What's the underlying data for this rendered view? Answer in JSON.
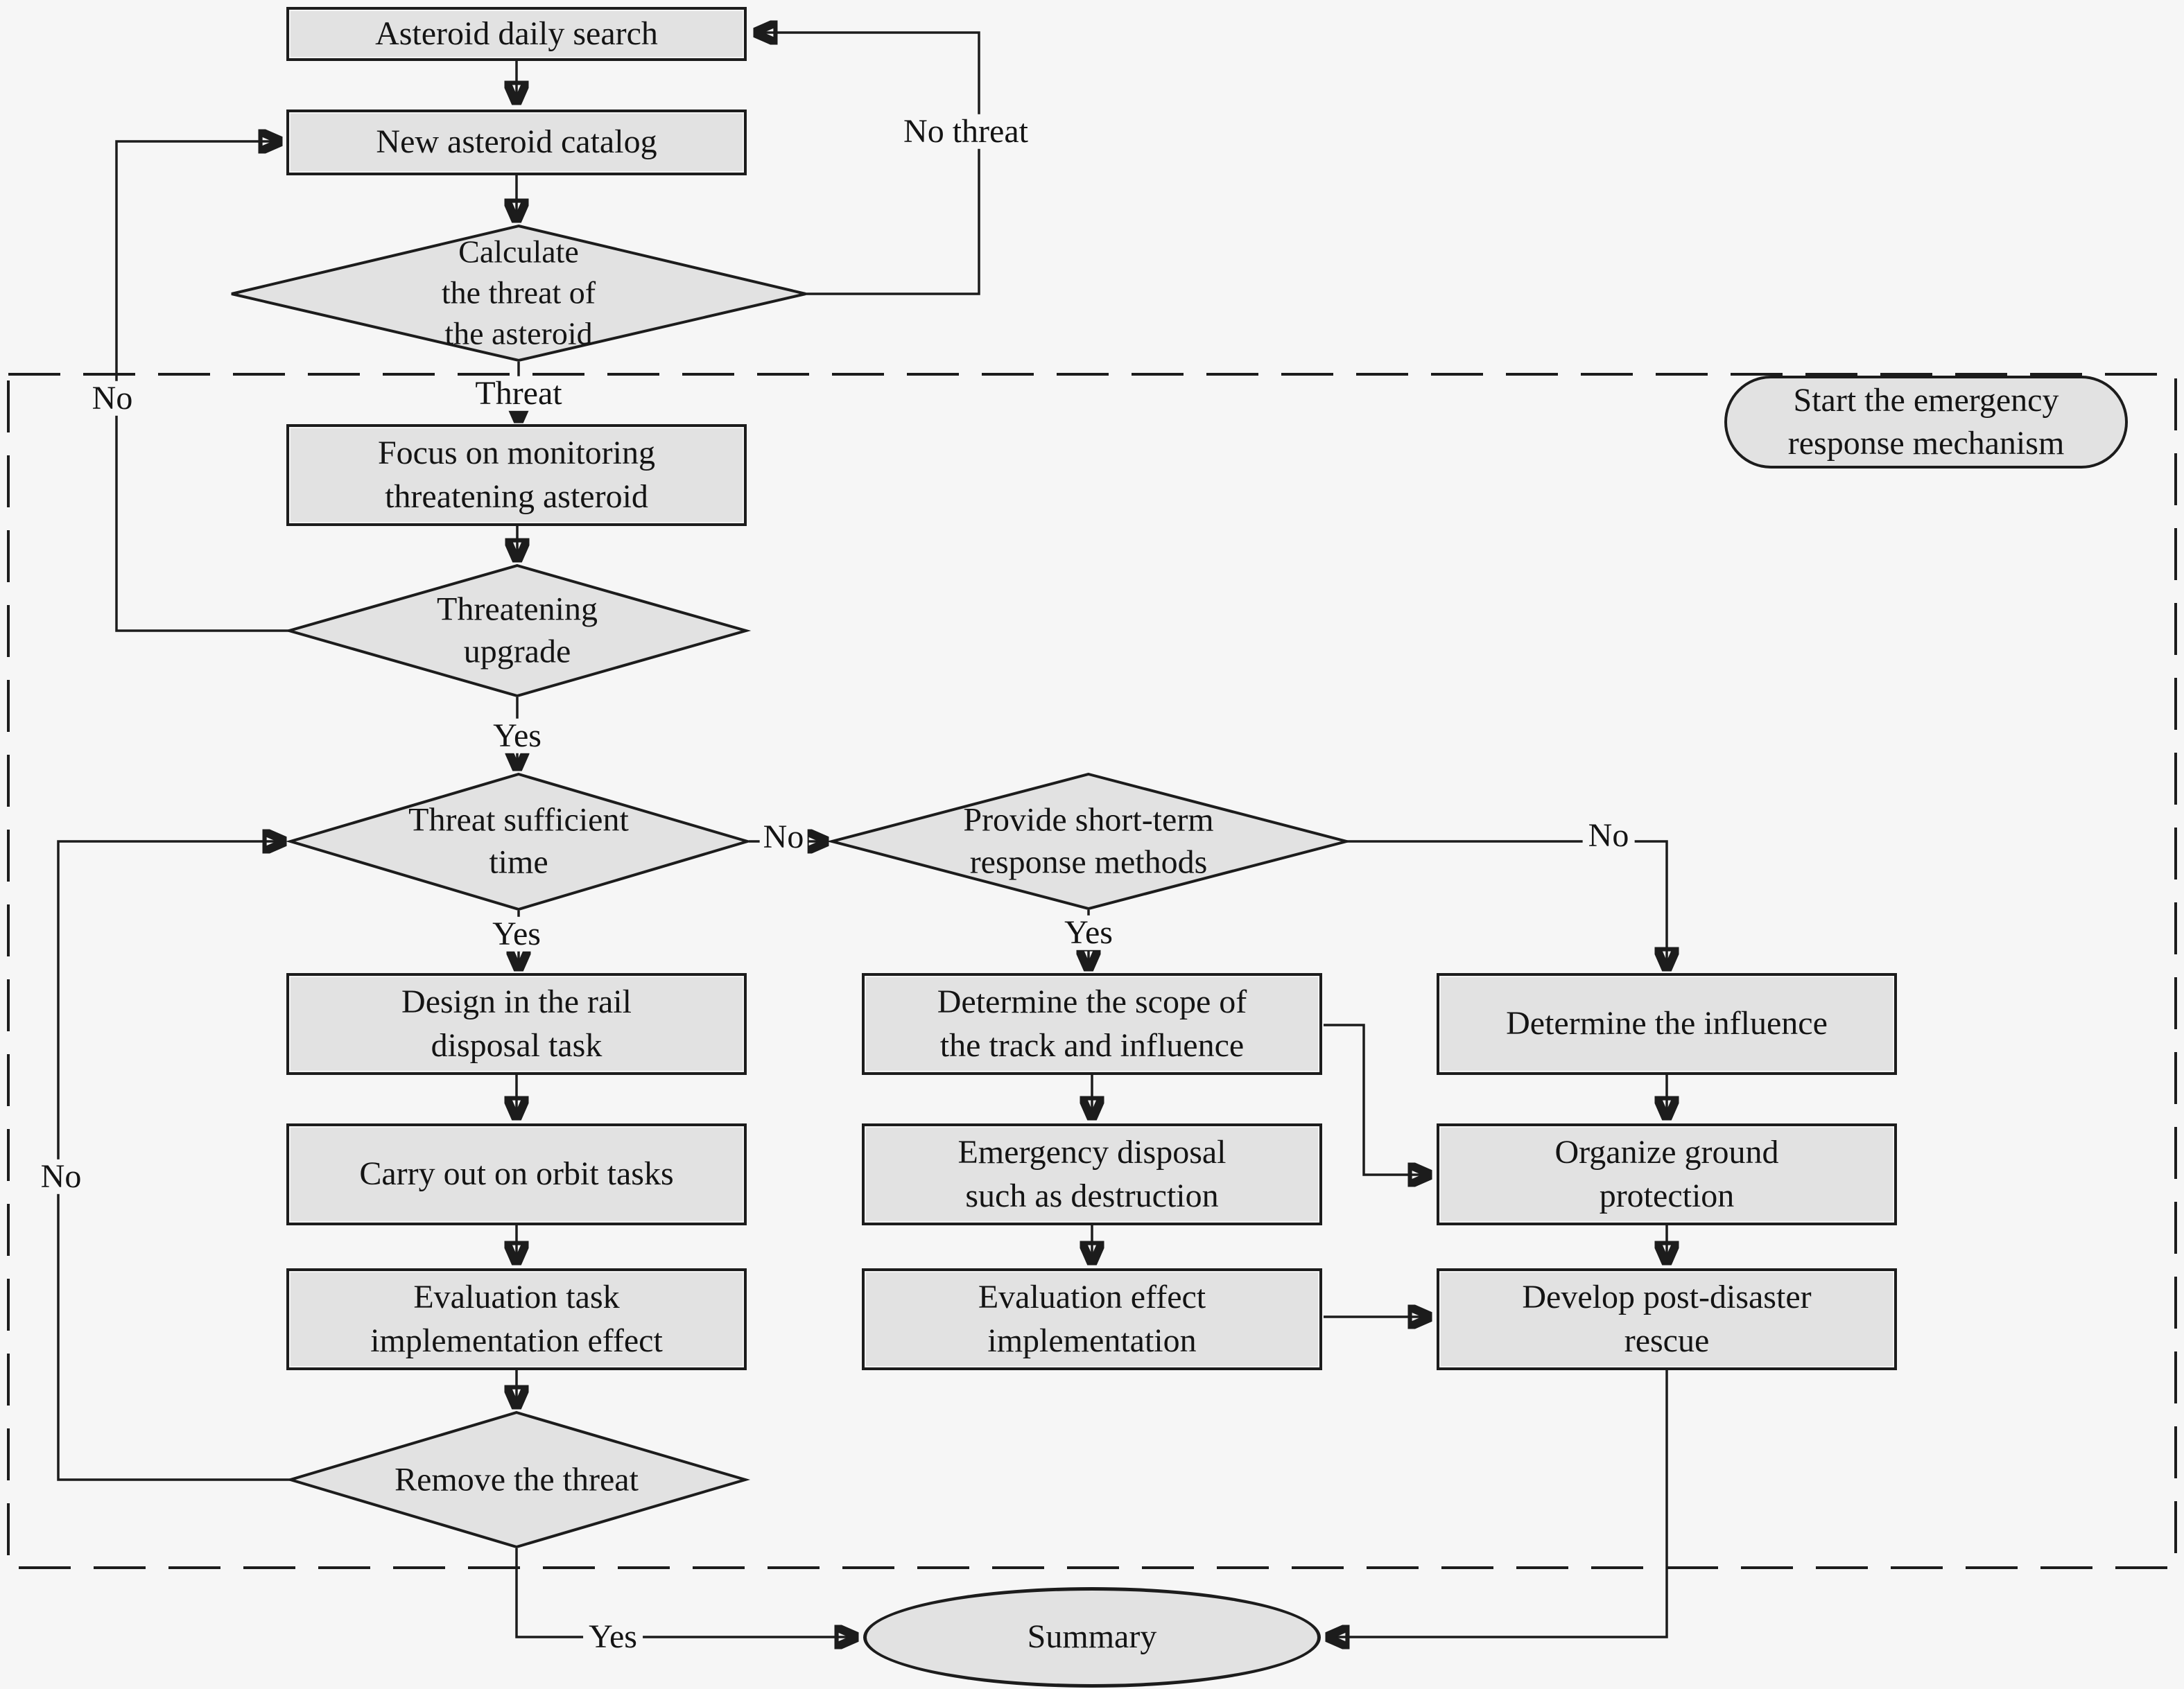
{
  "colors": {
    "background": "#f6f6f6",
    "shape_fill": "#e2e2e2",
    "line": "#1c1c1c",
    "text": "#141414"
  },
  "nodes": {
    "asteroid_daily_search": {
      "label": "Asteroid daily search"
    },
    "new_asteroid_catalog": {
      "label": "New asteroid catalog"
    },
    "calculate_threat": {
      "label": "Calculate\nthe threat of\nthe asteroid"
    },
    "start_emergency": {
      "label": "Start the emergency\nresponse mechanism"
    },
    "focus_monitoring": {
      "label": "Focus on monitoring\nthreatening asteroid"
    },
    "threatening_upgrade": {
      "label": "Threatening\nupgrade"
    },
    "threat_sufficient_time": {
      "label": "Threat sufficient\ntime"
    },
    "provide_short_term": {
      "label": "Provide short-term\nresponse methods"
    },
    "design_rail_disposal": {
      "label": "Design in the rail\ndisposal task"
    },
    "carry_out_orbit": {
      "label": "Carry out on orbit tasks"
    },
    "evaluation_task_effect": {
      "label": "Evaluation task\nimplementation effect"
    },
    "determine_scope_track": {
      "label": "Determine the scope of\nthe track and influence"
    },
    "emergency_disposal": {
      "label": "Emergency disposal\nsuch as destruction"
    },
    "evaluation_effect_impl": {
      "label": "Evaluation effect\nimplementation"
    },
    "determine_influence": {
      "label": "Determine the influence"
    },
    "organize_ground_protection": {
      "label": "Organize ground\nprotection"
    },
    "develop_post_disaster_rescue": {
      "label": "Develop post-disaster\nrescue"
    },
    "remove_threat": {
      "label": "Remove the threat"
    },
    "summary": {
      "label": "Summary"
    }
  },
  "edge_labels": {
    "no_threat": "No threat",
    "threat": "Threat",
    "no_upgrade": "No",
    "yes_upgrade": "Yes",
    "no_time": "No",
    "yes_time": "Yes",
    "no_remove": "No",
    "yes_provide": "Yes",
    "no_provide": "No",
    "yes_summary": "Yes"
  }
}
